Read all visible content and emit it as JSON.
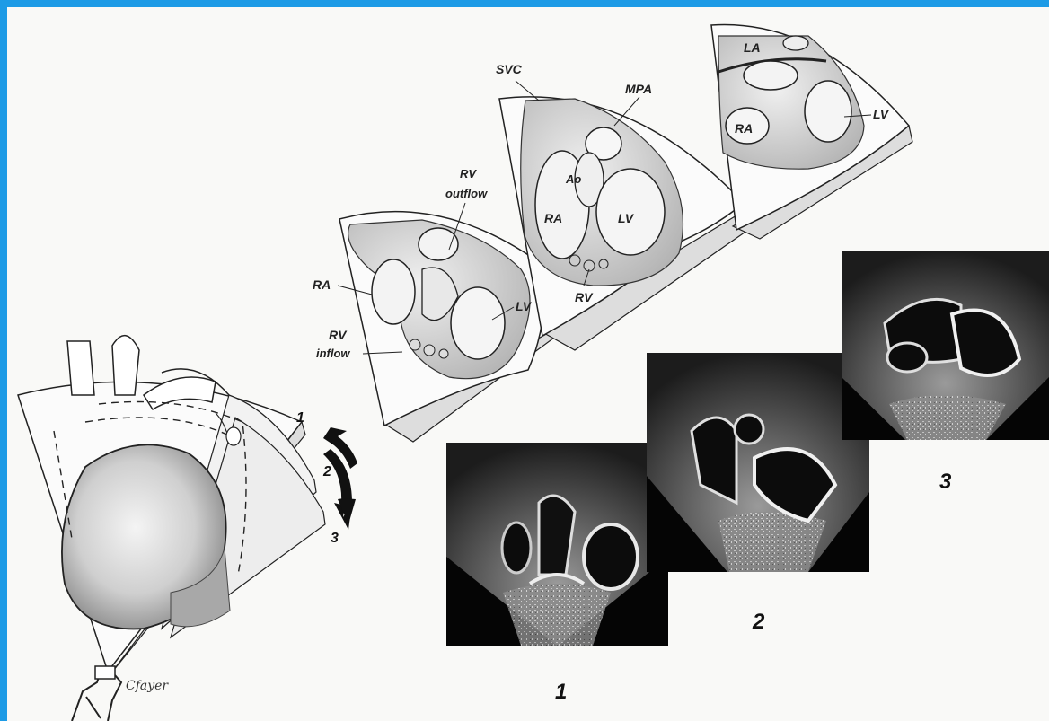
{
  "panels": {
    "rv_inflow_view": {
      "labels": {
        "ra": "RA",
        "rv": "RV",
        "outflow": "outflow",
        "inflow": "inflow",
        "lv": "LV"
      }
    },
    "five_chamber_view": {
      "labels": {
        "svc": "SVC",
        "mpa": "MPA",
        "ao": "Ao",
        "ra": "RA",
        "lv": "LV",
        "rv": "RV"
      }
    },
    "four_chamber_view": {
      "labels": {
        "la": "LA",
        "ra": "RA",
        "lv": "LV"
      }
    }
  },
  "plane_numbers": {
    "one": "1",
    "two": "2",
    "three": "3"
  },
  "echo_captions": {
    "one": "1",
    "two": "2",
    "three": "3"
  },
  "signature": "Cfayer",
  "colors": {
    "frame": "#1d9be6",
    "background": "#f9f9f7"
  }
}
